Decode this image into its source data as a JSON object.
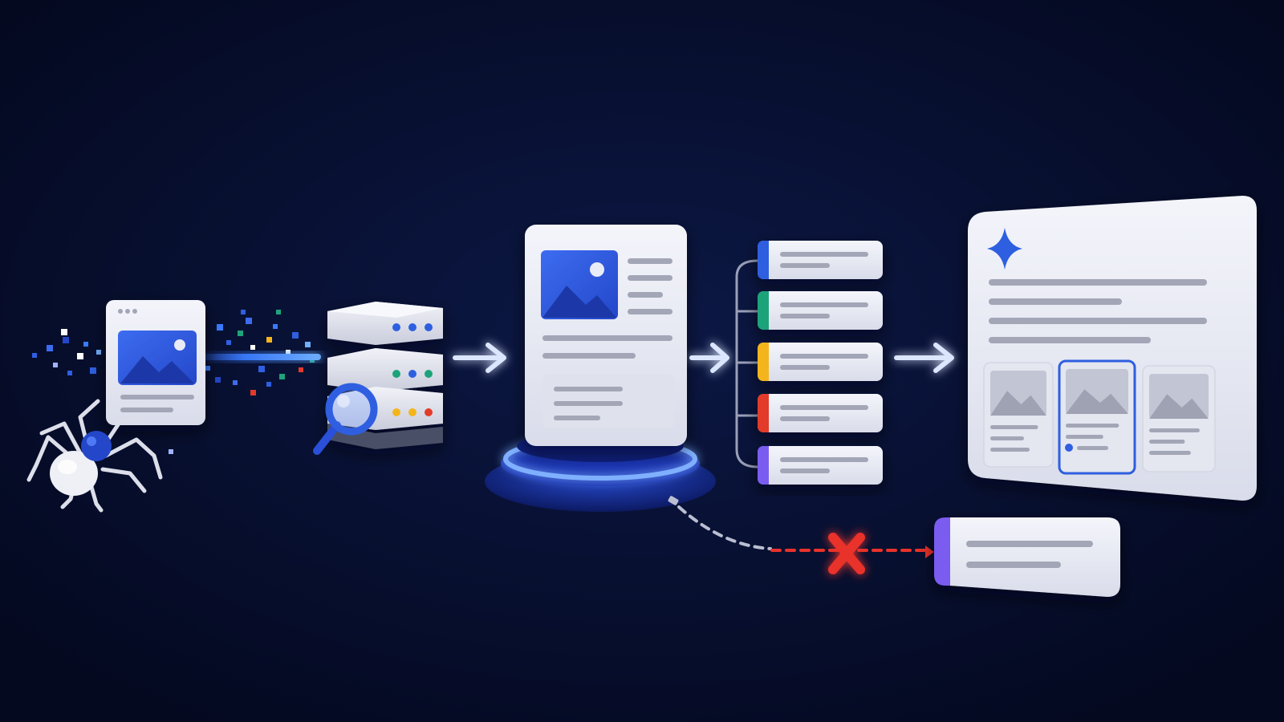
{
  "diagram": {
    "stages": [
      {
        "id": "crawl",
        "icon": "spider-icon"
      },
      {
        "id": "index",
        "icon": "server-stack-icon"
      },
      {
        "id": "render",
        "icon": "document-icon"
      },
      {
        "id": "rank",
        "icon": "ranked-list-icon"
      },
      {
        "id": "serve",
        "icon": "results-page-icon"
      }
    ],
    "ranked_item_colors": [
      "#2f5fe0",
      "#1fa37a",
      "#f4b51f",
      "#e23b2a",
      "#7a5cf0"
    ],
    "server_led_colors": [
      [
        "#2f5fe0",
        "#2f5fe0",
        "#2f5fe0"
      ],
      [
        "#1fa37a",
        "#2f5fe0",
        "#1fa37a"
      ],
      [
        "#f4b51f",
        "#f4b51f",
        "#e23b2a"
      ]
    ],
    "rejected_item_color": "#7a5cf0",
    "reject_mark_color": "#e8322b",
    "accent_color": "#2f5fe0",
    "background_color": "#050b24",
    "card_color": "#e9ebf4",
    "line_color": "#a2a6b6"
  }
}
